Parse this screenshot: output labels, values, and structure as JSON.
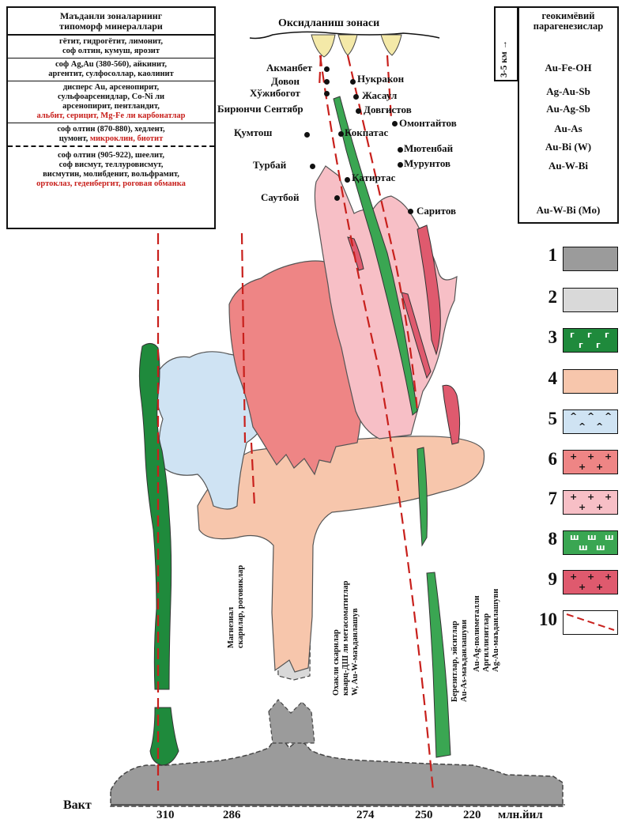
{
  "zones_table": {
    "header": [
      "Маъданли зоналарнинг",
      "типоморф минераллари"
    ],
    "rows": [
      {
        "lines": [
          "гётит, гидрогётит, лимонит,",
          "соф олтин, кумуш, ярозит"
        ],
        "red": ""
      },
      {
        "lines": [
          "соф Ag,Au (380-560), айкинит,",
          "аргентит, сулфосоллар, каолинит"
        ],
        "red": ""
      },
      {
        "lines": [
          "дисперс Au, арсенопирит,",
          "сульфоарсенидлар, Co-Ni ли",
          "арсенопирит, пентландит,"
        ],
        "red": "альбит, серицит, Mg-Fe ли карбонатлар"
      },
      {
        "lines": [
          "соф олтин (870-880), хедлент,",
          "цумонт,"
        ],
        "red": "микроклин, биотит"
      },
      {
        "lines": [
          "соф олтин (905-922), шеелит,",
          "соф висмут, теллуровисмут,",
          "висмутин, молибденит, вольфрамит,"
        ],
        "red": "ортоклаз, геденбергит, роговая обманка"
      }
    ]
  },
  "scale_label": "3-5 км",
  "geochem": {
    "header": [
      "геокимёвий",
      "парагенезислар"
    ],
    "items": [
      "Au-Fe-OH",
      "Ag-Au-Sb",
      "Au-Ag-Sb",
      "Au-As",
      "Au-Bi (W)",
      "Au-W-Bi",
      "Au-W-Bi (Mo)"
    ]
  },
  "oxidation_label": "Оксидланиш зонаси",
  "deposits": [
    "Акманбет",
    "Довон",
    "Хўжибогот",
    "Бирюнчи Сентябр",
    "Қумтош",
    "Турбай",
    "Саутбой",
    "Нукракон",
    "Жасаул",
    "Довгистов",
    "Кокпатас",
    "Қатиртас",
    "Омонтайтов",
    "Мютенбай",
    "Мурунтов",
    "Саритов"
  ],
  "legend": {
    "numbers": [
      "1",
      "2",
      "3",
      "4",
      "5",
      "6",
      "7",
      "8",
      "9",
      "10"
    ],
    "colors": [
      "#9b9b9b",
      "#d9d9d9",
      "#1f8a3c",
      "#f7c6ac",
      "#cfe3f3",
      "#ee8585",
      "#f7bfc6",
      "#3aa652",
      "#df5a6e",
      "#ffffff"
    ],
    "symbols": [
      "",
      "",
      "г",
      "",
      "^",
      "+",
      "+",
      "ш",
      "+",
      ""
    ]
  },
  "vertical_labels": [
    [
      "Магнезиал",
      "скарнлар, роговиклар"
    ],
    [
      "Охакли скарнлар",
      "кварц-ДШ ли метасоматитлар",
      "W, Au-W-маъданлашув"
    ],
    [
      "Березитлар, эйситлар",
      "Au-As-маъданлашуви"
    ],
    [
      "Au-Ag-полиметалли",
      "Аргиллизитлар",
      "Ag-Au-маъданлашуви"
    ]
  ],
  "axis": {
    "name": "Вакт",
    "ticks": [
      "310",
      "286",
      "274",
      "250",
      "220"
    ],
    "unit": "млн.йил"
  }
}
